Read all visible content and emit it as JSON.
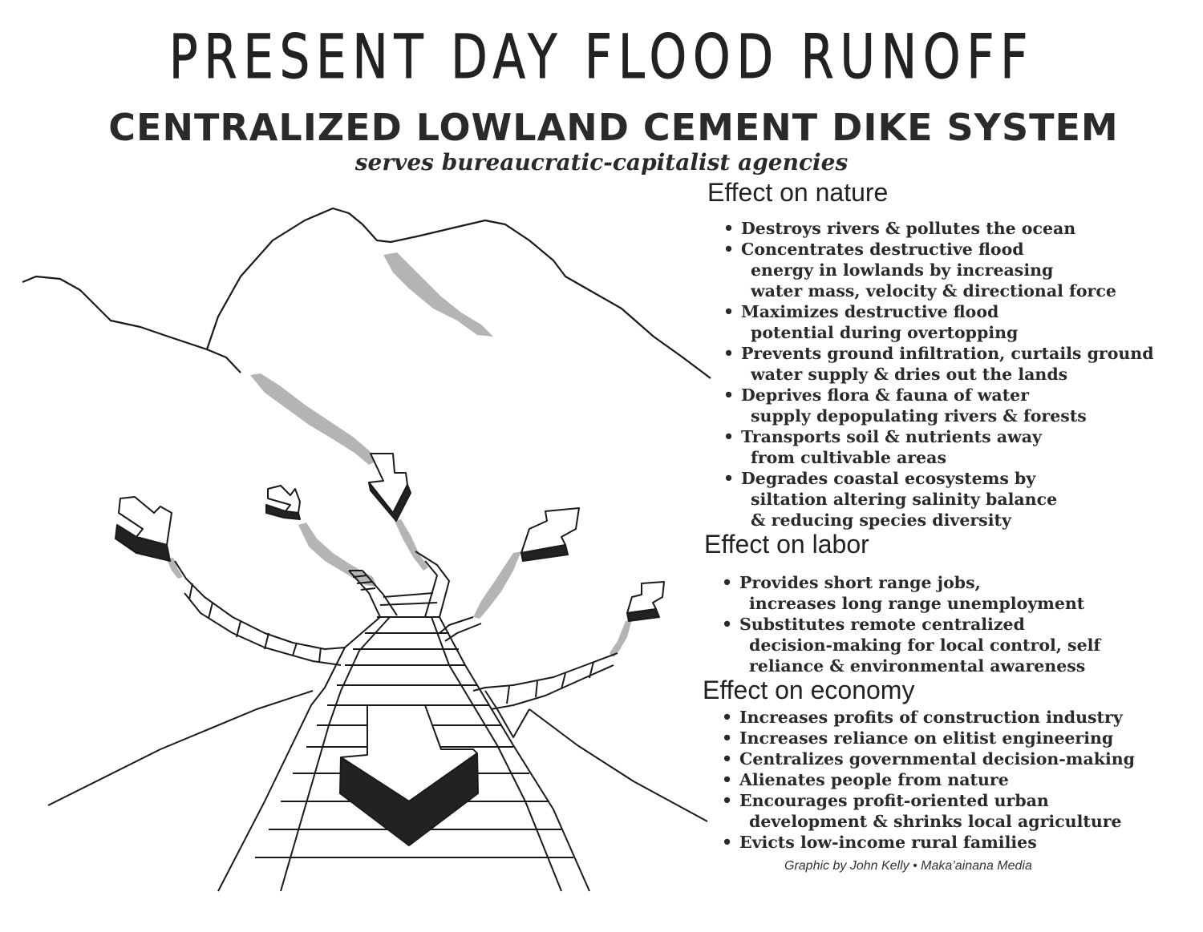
{
  "title": "PRESENT DAY FLOOD RUNOFF",
  "subtitle": "CENTRALIZED LOWLAND CEMENT DIKE SYSTEM",
  "tagline": "serves bureaucratic-capitalist agencies",
  "sections": [
    {
      "heading": "Effect on nature",
      "items": [
        [
          "Destroys rivers & pollutes the ocean"
        ],
        [
          "Concentrates destructive flood",
          "energy in lowlands by increasing",
          "water mass, velocity & directional force"
        ],
        [
          "Maximizes destructive flood",
          "potential during overtopping"
        ],
        [
          "Prevents ground infiltration,  curtails  ground",
          "water supply & dries out the lands"
        ],
        [
          "Deprives flora & fauna of water",
          "supply depopulating rivers & forests"
        ],
        [
          "Transports soil & nutrients away",
          "from cultivable areas"
        ],
        [
          "Degrades coastal ecosystems by",
          "siltation altering salinity balance",
          "& reducing species diversity"
        ]
      ]
    },
    {
      "heading": "Effect on labor",
      "items": [
        [
          "Provides short range jobs,",
          "increases long range unemployment"
        ],
        [
          "Substitutes remote centralized",
          "decision-making for local control, self",
          "reliance & environmental awareness"
        ]
      ]
    },
    {
      "heading": "Effect on economy",
      "items": [
        [
          "Increases profits of construction industry"
        ],
        [
          "Increases reliance on elitist engineering"
        ],
        [
          "Centralizes governmental decision-making"
        ],
        [
          "Alienates people from nature"
        ],
        [
          "Encourages profit-oriented urban",
          "development & shrinks local agriculture"
        ],
        [
          "Evicts low-income rural families"
        ]
      ]
    }
  ],
  "credit": "Graphic by John Kelly  •  Maka’ainana Media",
  "colors": {
    "ink": "#1a1a1a",
    "stream": "#b4b4b4",
    "arrow": "#222222"
  }
}
